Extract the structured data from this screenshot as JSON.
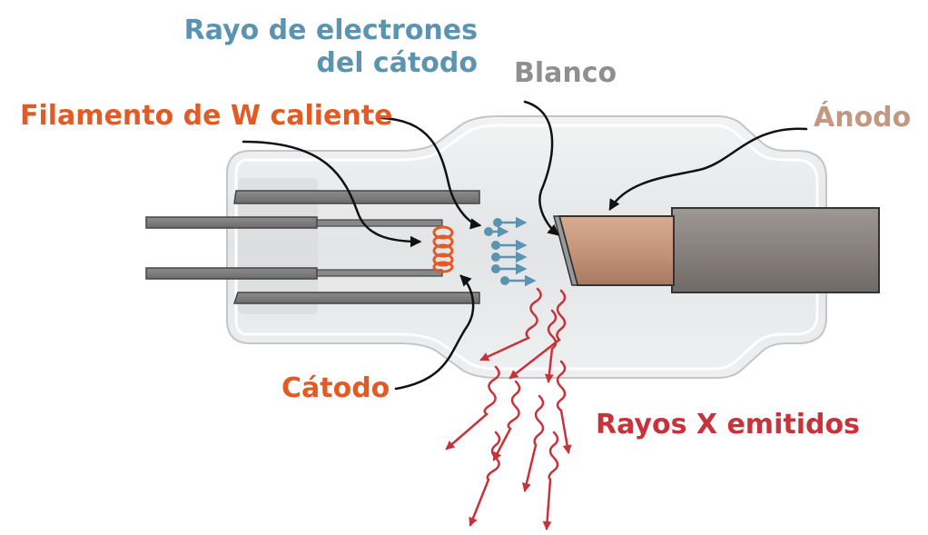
{
  "labels": {
    "electron_beam_line1": "Rayo de electrones",
    "electron_beam_line2": "del cátodo",
    "target": "Blanco",
    "filament": "Filamento de W caliente",
    "anode": "Ánodo",
    "cathode": "Cátodo",
    "xrays": "Rayos X emitidos"
  },
  "colors": {
    "electron_beam": "#5b94b1",
    "filament": "#e35a25",
    "cathode": "#e35a25",
    "target": "#8f8f8f",
    "anode": "#c29883",
    "xrays": "#c8323a",
    "glass": "#e6e7e8",
    "anode_copper": "#c99a80",
    "anode_rod": "#8a8480"
  },
  "icons": [
    "glass-envelope-icon",
    "cathode-electrode-icon",
    "filament-coil-icon",
    "electron-beam-icon",
    "anode-target-icon",
    "xray-wave-icon",
    "pointer-arrow-icon"
  ]
}
